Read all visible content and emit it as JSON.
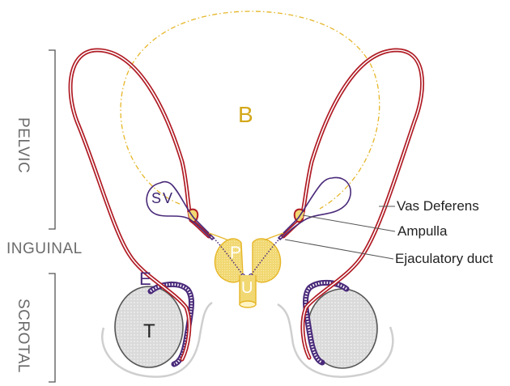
{
  "regions": {
    "pelvic": "PELVIC",
    "inguinal": "INGUINAL",
    "scrotal": "SCROTAL"
  },
  "structures": {
    "bladder": "B",
    "seminal_vesicle": "SV",
    "prostate": "P",
    "urethra": "U",
    "epididymis": "E",
    "testis": "T"
  },
  "callouts": {
    "vas_deferens": "Vas Deferens",
    "ampulla": "Ampulla",
    "ejaculatory_duct": "Ejaculatory duct"
  },
  "colors": {
    "vas_deferens": "#b01c25",
    "bladder_outline": "#e6b628",
    "prostate_fill": "#f1d873",
    "seminal_vesicle": "#4a2a7a",
    "testis_fill": "#d9d9d9",
    "scrotum_outline": "#cfcfcf",
    "region_text": "#6b6b6b"
  }
}
